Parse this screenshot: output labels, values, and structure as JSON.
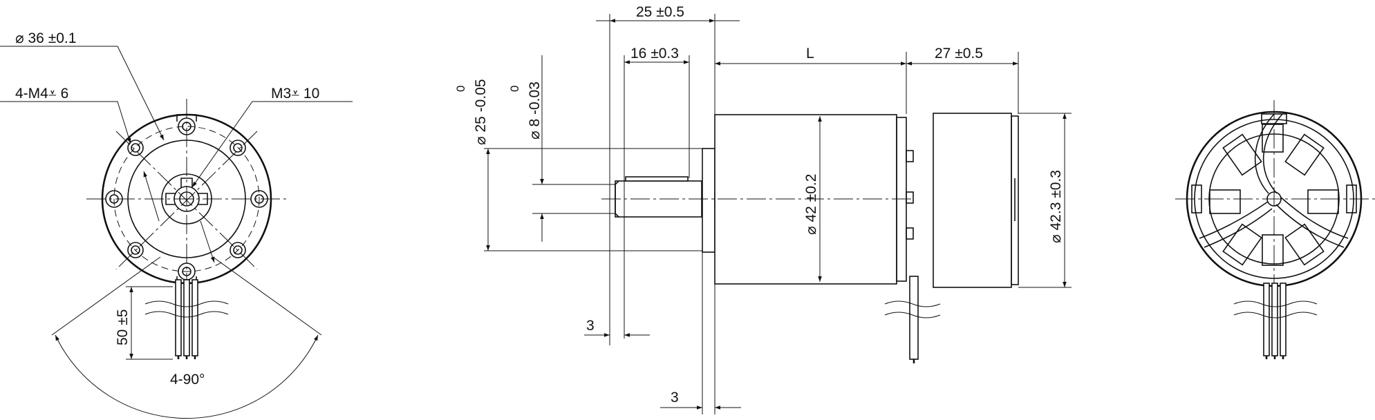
{
  "front_view": {
    "dia_outer": "36 ±0.1",
    "holes_left": "4-M4",
    "holes_left_depth": "6",
    "holes_right": "M3",
    "holes_right_depth": "10",
    "lead_length": "50 ±5",
    "angle": "4-90°"
  },
  "side_view": {
    "shaft_len_total": "25 ±0.5",
    "shaft_len_flat": "16 ±0.3",
    "motor_length": "L",
    "encoder_length": "27 ±0.5",
    "pilot_dia_nom": "25 -0.05",
    "pilot_dia_tol": "0",
    "shaft_dia_nom": "8 -0.03",
    "shaft_dia_tol": "0",
    "body_dia": "42 ±0.2",
    "encoder_dia": "42.3 ±0.3",
    "flange_thk_1": "3",
    "flange_thk_2": "3"
  },
  "symbols": {
    "diameter": "⌀",
    "depth": "⩡"
  }
}
